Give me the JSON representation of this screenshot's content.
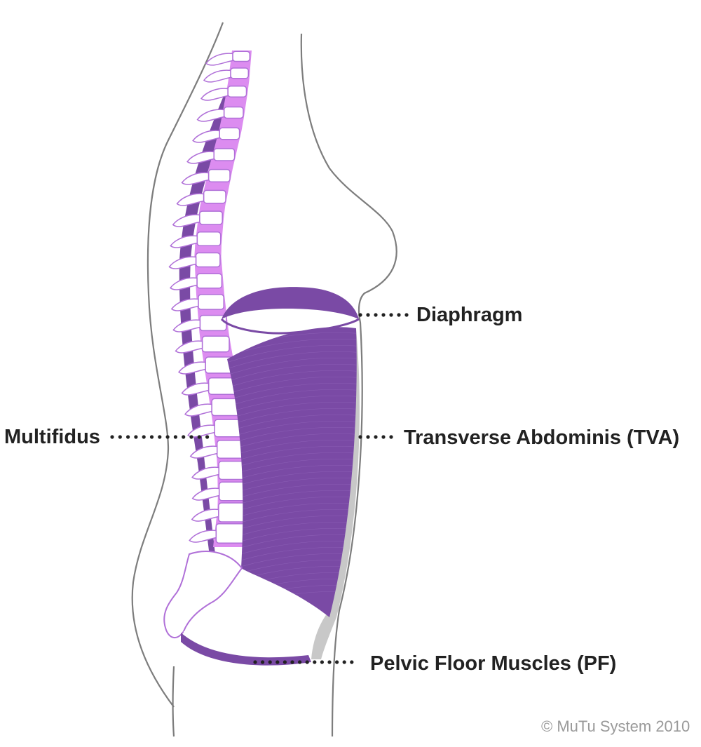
{
  "labels": {
    "diaphragm": "Diaphragm",
    "multifidus": "Multifidus",
    "tva": "Transverse Abdominis (TVA)",
    "pelvic_floor": "Pelvic Floor Muscles (PF)"
  },
  "copyright": "© MuTu System 2010",
  "colors": {
    "outline": "#7d7d7d",
    "muscle_dark": "#7a4aa5",
    "muscle_mid": "#8a5ab5",
    "disc_light": "#dc8cf0",
    "vertebra_outline": "#b070d8",
    "leader_dots": "#222222",
    "gray_band": "#c8c8c8"
  },
  "vertebrae_count": 24
}
